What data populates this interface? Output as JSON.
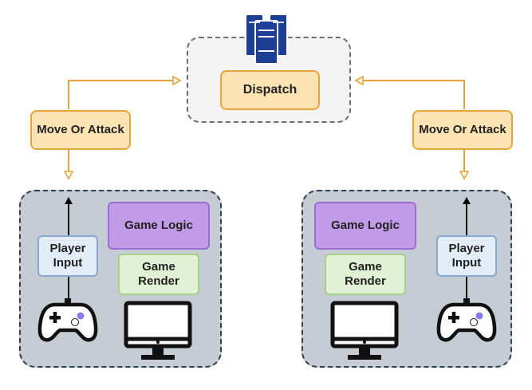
{
  "diagram": {
    "dispatch": {
      "label": "Dispatch"
    },
    "server_icon": {
      "icon": "server-icon",
      "color": "#1d3f97"
    },
    "left_client": {
      "move_label": "Move Or Attack",
      "logic_label": "Game Logic",
      "render_label_line1": "Game",
      "render_label_line2": "Render",
      "input_label_line1": "Player",
      "input_label_line2": "Input",
      "controller_icon": "gamepad-icon",
      "monitor_icon": "monitor-icon"
    },
    "right_client": {
      "move_label": "Move Or Attack",
      "logic_label": "Game Logic",
      "render_label_line1": "Game",
      "render_label_line2": "Render",
      "input_label_line1": "Player",
      "input_label_line2": "Input",
      "controller_icon": "gamepad-icon",
      "monitor_icon": "monitor-icon"
    },
    "colors": {
      "connector": "#e6a43a",
      "input_arrow": "#000000",
      "panel_fill": "#c5ccd3",
      "logic_fill": "#c19be8",
      "render_fill": "#e0f1d6",
      "input_fill": "#e3edf8",
      "move_fill": "#fbe3b3"
    }
  }
}
